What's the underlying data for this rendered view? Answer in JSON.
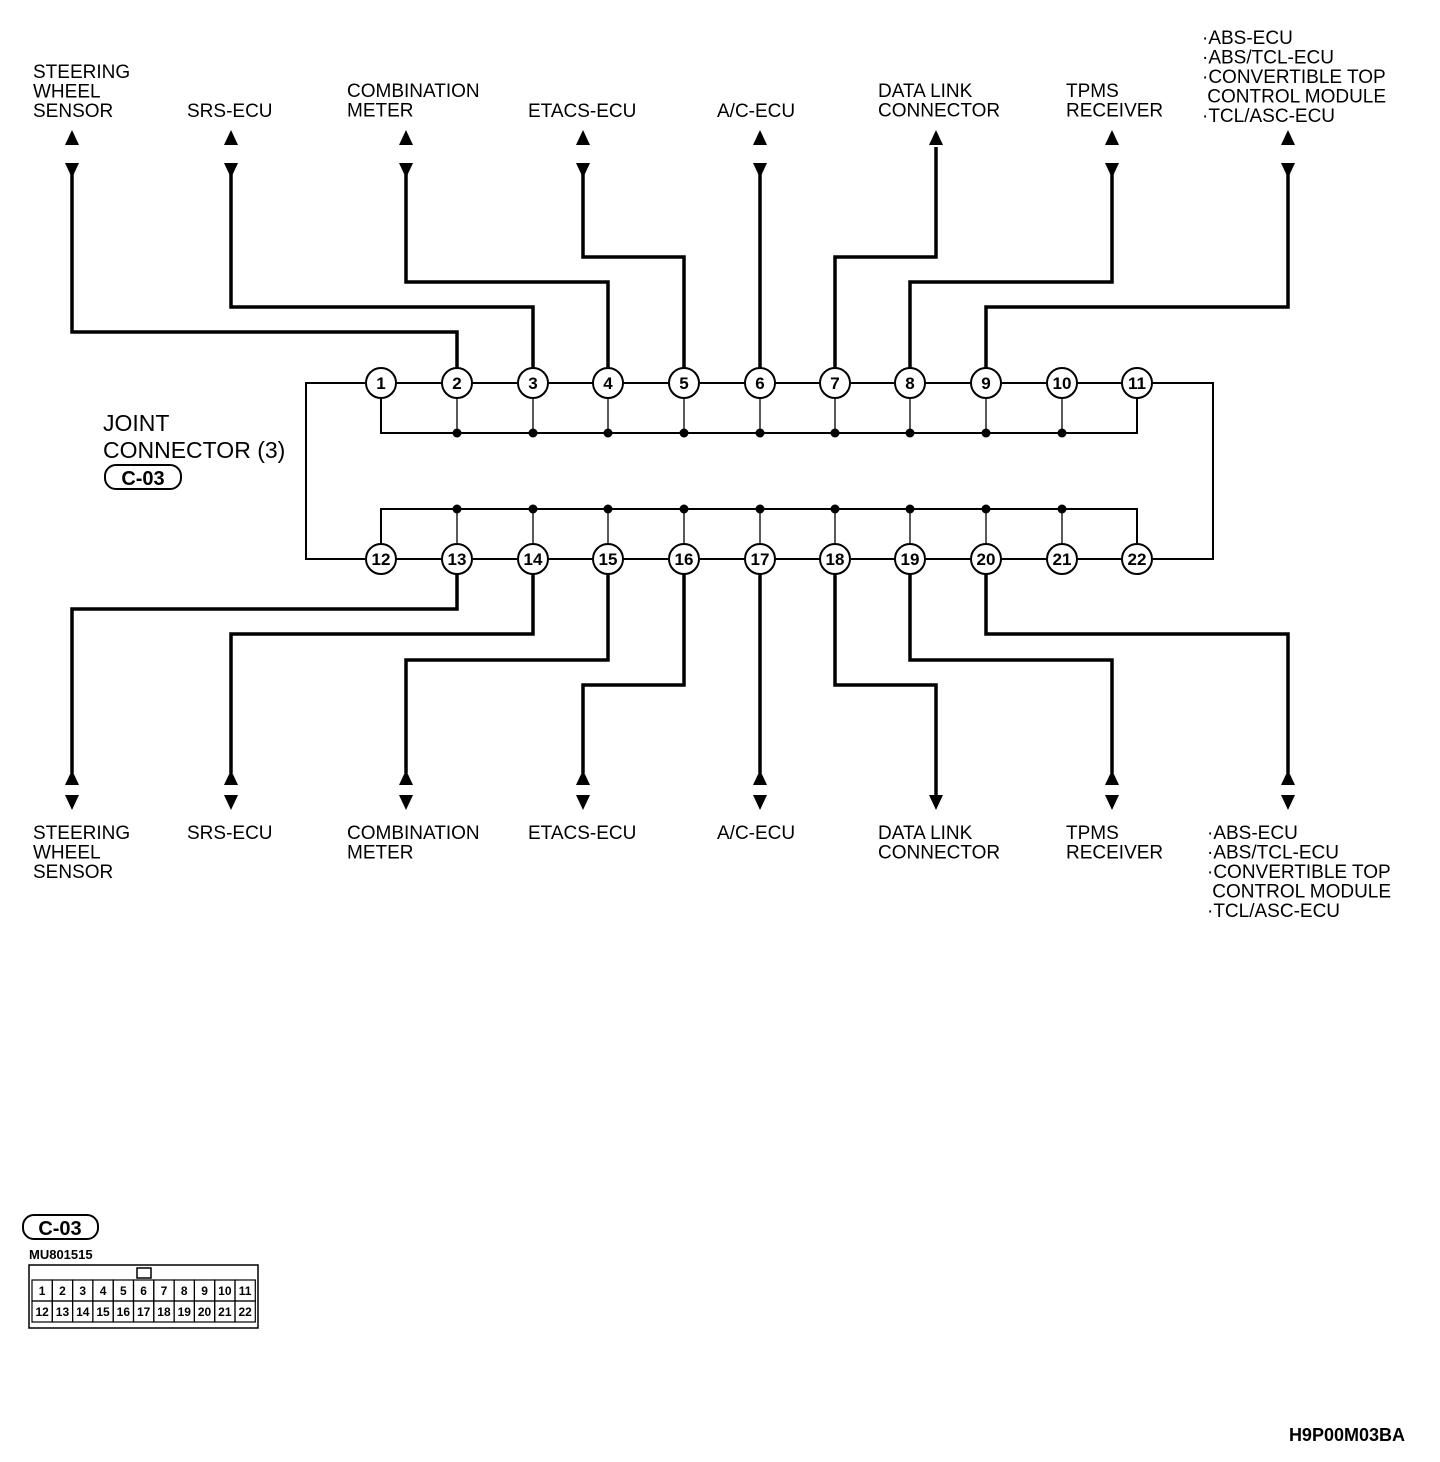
{
  "connector": {
    "name_lines": [
      "JOINT",
      "CONNECTOR (3)"
    ],
    "code": "C-03",
    "part_number": "MU801515"
  },
  "top_pins": [
    "1",
    "2",
    "3",
    "4",
    "5",
    "6",
    "7",
    "8",
    "9",
    "10",
    "11"
  ],
  "bottom_pins": [
    "12",
    "13",
    "14",
    "15",
    "16",
    "17",
    "18",
    "19",
    "20",
    "21",
    "22"
  ],
  "top_destinations": [
    {
      "pin": "2",
      "lines": [
        "STEERING",
        "WHEEL",
        "SENSOR"
      ],
      "arrow": "double"
    },
    {
      "pin": "3",
      "lines": [
        "SRS-ECU"
      ],
      "arrow": "double"
    },
    {
      "pin": "4",
      "lines": [
        "COMBINATION",
        "METER"
      ],
      "arrow": "double"
    },
    {
      "pin": "5",
      "lines": [
        "ETACS-ECU"
      ],
      "arrow": "double"
    },
    {
      "pin": "6",
      "lines": [
        "A/C-ECU"
      ],
      "arrow": "double"
    },
    {
      "pin": "7",
      "lines": [
        "DATA LINK",
        "CONNECTOR"
      ],
      "arrow": "single"
    },
    {
      "pin": "8",
      "lines": [
        "TPMS",
        "RECEIVER"
      ],
      "arrow": "double"
    },
    {
      "pin": "9",
      "lines": [
        "·ABS-ECU",
        "·ABS/TCL-ECU",
        "·CONVERTIBLE TOP",
        " CONTROL MODULE",
        "·TCL/ASC-ECU"
      ],
      "arrow": "double"
    }
  ],
  "bottom_destinations": [
    {
      "pin": "13",
      "lines": [
        "STEERING",
        "WHEEL",
        "SENSOR"
      ],
      "arrow": "double"
    },
    {
      "pin": "14",
      "lines": [
        "SRS-ECU"
      ],
      "arrow": "double"
    },
    {
      "pin": "15",
      "lines": [
        "COMBINATION",
        "METER"
      ],
      "arrow": "double"
    },
    {
      "pin": "16",
      "lines": [
        "ETACS-ECU"
      ],
      "arrow": "double"
    },
    {
      "pin": "17",
      "lines": [
        "A/C-ECU"
      ],
      "arrow": "double"
    },
    {
      "pin": "18",
      "lines": [
        "DATA LINK",
        "CONNECTOR"
      ],
      "arrow": "single"
    },
    {
      "pin": "19",
      "lines": [
        "TPMS",
        "RECEIVER"
      ],
      "arrow": "double"
    },
    {
      "pin": "20",
      "lines": [
        "·ABS-ECU",
        "·ABS/TCL-ECU",
        "·CONVERTIBLE TOP",
        " CONTROL MODULE",
        "·TCL/ASC-ECU"
      ],
      "arrow": "double"
    }
  ],
  "pin_grid": {
    "row1": [
      "1",
      "2",
      "3",
      "4",
      "5",
      "6",
      "7",
      "8",
      "9",
      "10",
      "11"
    ],
    "row2": [
      "12",
      "13",
      "14",
      "15",
      "16",
      "17",
      "18",
      "19",
      "20",
      "21",
      "22"
    ]
  },
  "figure_code": "H9P00M03BA"
}
